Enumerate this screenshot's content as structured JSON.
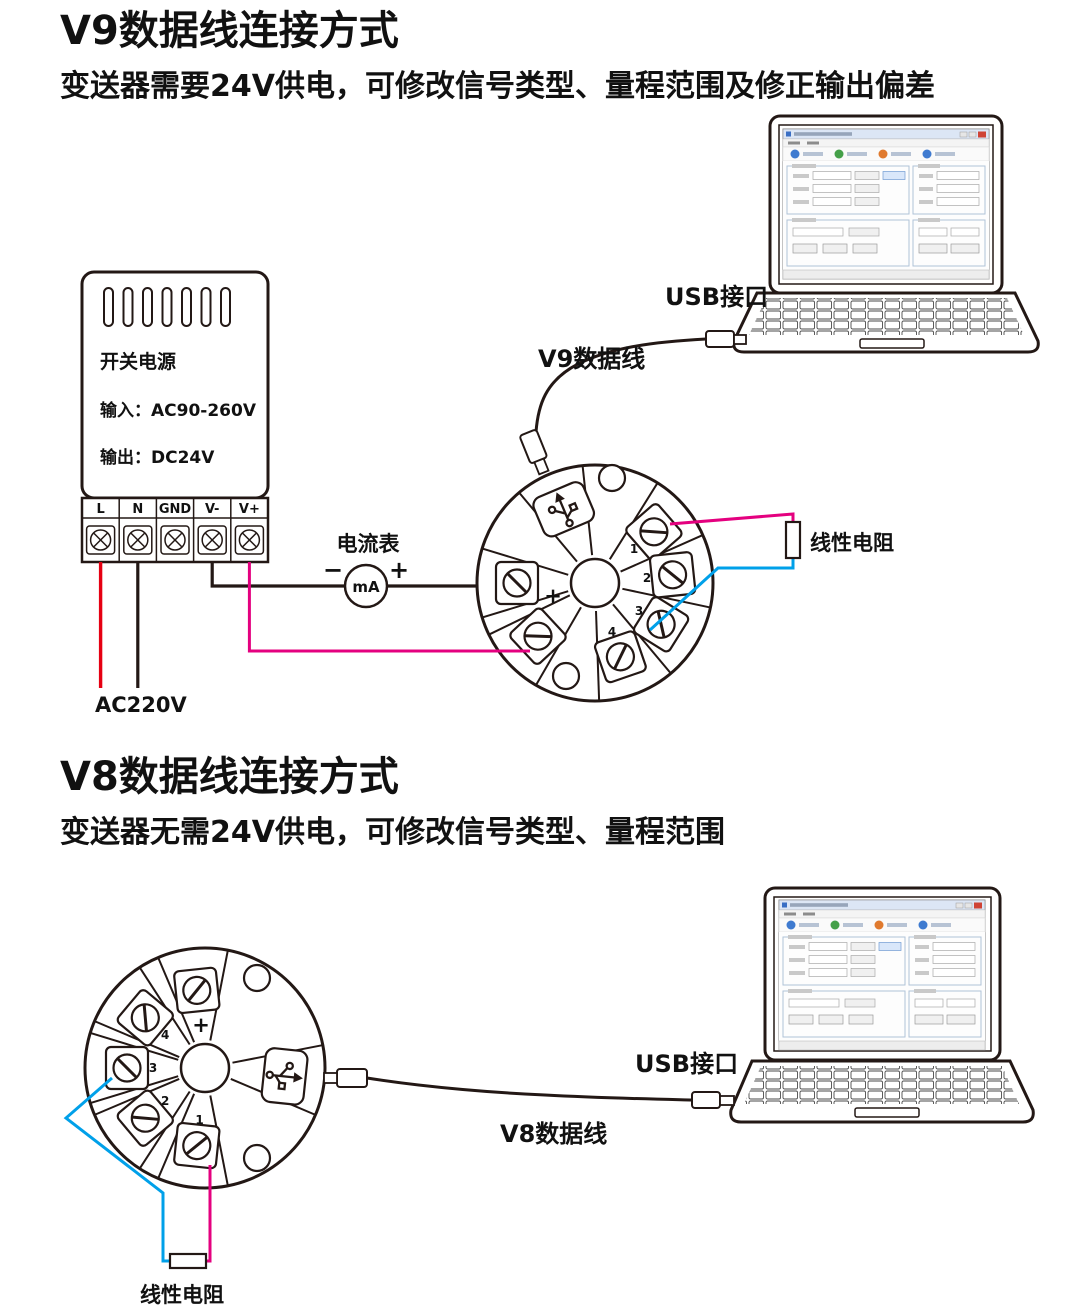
{
  "colors": {
    "line": "#231815",
    "wire_red": "#e60012",
    "wire_black": "#231815",
    "wire_pink": "#e4007f",
    "wire_blue": "#00a0e9"
  },
  "section_v9": {
    "title": "V9数据线连接方式",
    "subtitle": "变送器需要24V供电，可修改信号类型、量程范围及修正输出偏差",
    "usb_label": "USB接口",
    "cable_label": "V9数据线",
    "ammeter_label": "电流表",
    "ammeter_unit": "mA",
    "sign_minus": "−",
    "sign_plus": "+",
    "resistor_label": "线性电阻",
    "ac_label": "AC220V",
    "psu": {
      "name": "开关电源",
      "input": "输入：AC90-260V",
      "output": "输出：DC24V",
      "terminals": [
        "L",
        "N",
        "GND",
        "V-",
        "V+"
      ]
    },
    "transmitter": {
      "plus": "+",
      "pins": [
        "1",
        "2",
        "3",
        "4"
      ]
    }
  },
  "section_v8": {
    "title": "V8数据线连接方式",
    "subtitle": "变送器无需24V供电，可修改信号类型、量程范围",
    "usb_label": "USB接口",
    "cable_label": "V8数据线",
    "resistor_label": "线性电阻",
    "transmitter": {
      "plus": "+",
      "pins": [
        "1",
        "2",
        "3",
        "4"
      ]
    }
  }
}
